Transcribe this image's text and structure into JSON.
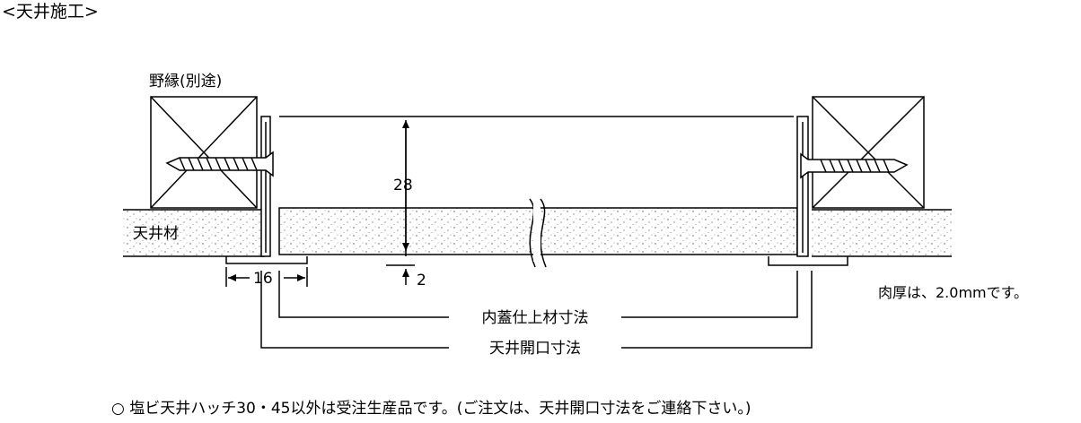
{
  "heading": "<天井施工>",
  "labels": {
    "noen": "野縁(別途)",
    "tenjouzai": "天井材",
    "height_value": "28",
    "width_value": "16",
    "gap_value": "2",
    "inner_lid_dim": "内蓋仕上材寸法",
    "opening_dim": "天井開口寸法"
  },
  "note": "肉厚は、2.0mmです。",
  "footer": "○ 塩ビ天井ハッチ30・45以外は受注生産品です。(ご注文は、天井開口寸法をご連絡下さい。)",
  "colors": {
    "line": "#000000",
    "background": "#ffffff"
  }
}
